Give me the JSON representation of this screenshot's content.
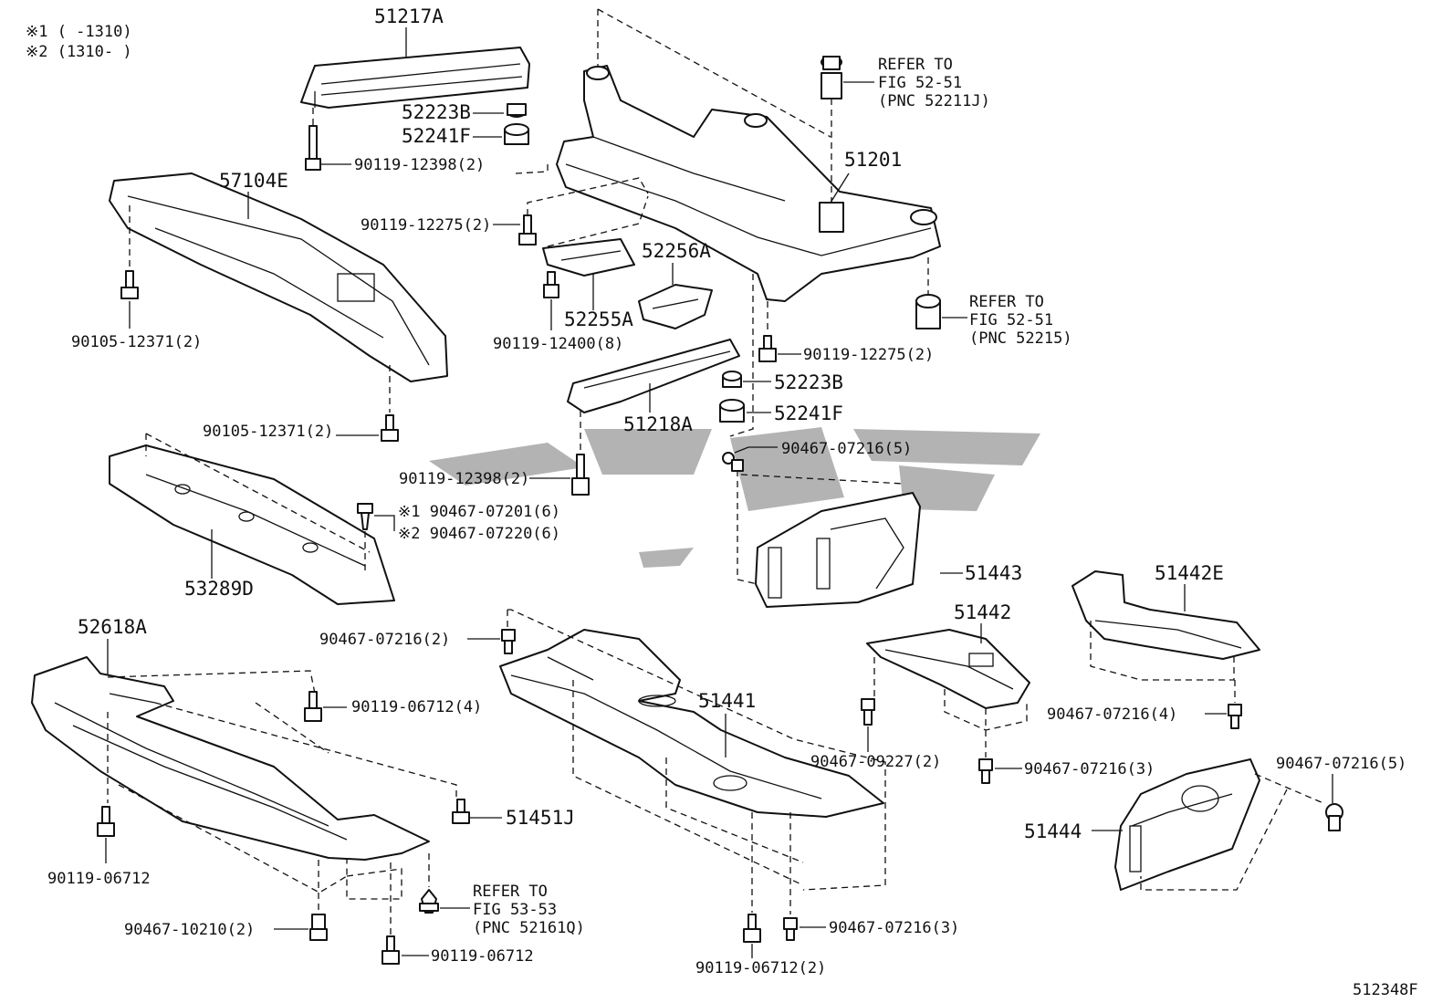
{
  "notes": [
    "※1 (     -1310)",
    "※2 (1310-     )"
  ],
  "figure_id": "512348F",
  "labels": {
    "p51217A": "51217A",
    "p52223B_top": "52223B",
    "p52241F_top": "52241F",
    "p90119_12398_top": "90119-12398(2)",
    "p57104E": "57104E",
    "p90105_12371_left": "90105-12371(2)",
    "p90105_12371_mid": "90105-12371(2)",
    "p90119_12275_left": "90119-12275(2)",
    "p52256A": "52256A",
    "p52255A": "52255A",
    "p90119_12400": "90119-12400(8)",
    "ref1_line1": "REFER TO",
    "ref1_line2": "FIG 52-51",
    "ref1_line3": "(PNC 52211J)",
    "p51201": "51201",
    "ref2_line1": "REFER TO",
    "ref2_line2": "FIG 52-51",
    "ref2_line3": "(PNC 52215)",
    "p90119_12275_right": "90119-12275(2)",
    "p52223B_bot": "52223B",
    "p52241F_bot": "52241F",
    "p51218A": "51218A",
    "p90119_12398_mid": "90119-12398(2)",
    "p90467_07216_5_top": "90467-07216(5)",
    "p90467_07201": "※1 90467-07201(6)",
    "p90467_07220": "※2 90467-07220(6)",
    "p53289D": "53289D",
    "p51443": "51443",
    "p51442E": "51442E",
    "p52618A": "52618A",
    "p90467_07216_2": "90467-07216(2)",
    "p51442": "51442",
    "p90119_06712_4": "90119-06712(4)",
    "p51441": "51441",
    "p90467_07216_4": "90467-07216(4)",
    "p90467_09227": "90467-09227(2)",
    "p90467_07216_3_right": "90467-07216(3)",
    "p90467_07216_5_right": "90467-07216(5)",
    "p51451J": "51451J",
    "p51444": "51444",
    "p90119_06712_left": "90119-06712",
    "ref3_line1": "REFER TO",
    "ref3_line2": "FIG 53-53",
    "ref3_line3": "(PNC 52161Q)",
    "p90467_10210": "90467-10210(2)",
    "p90467_07216_3_bot": "90467-07216(3)",
    "p90119_06712_bot": "90119-06712",
    "p90119_06712_2": "90119-06712(2)"
  }
}
